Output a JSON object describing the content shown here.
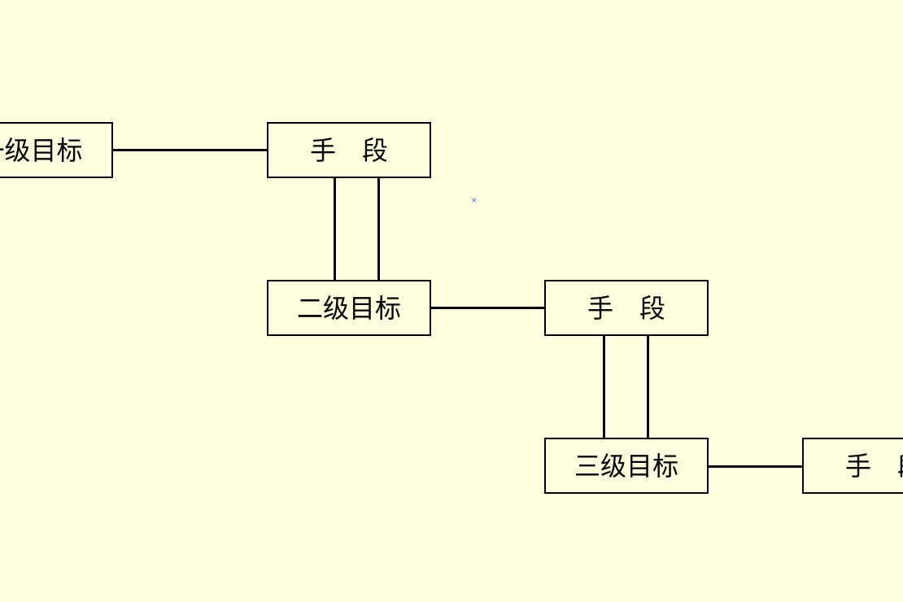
{
  "diagram": {
    "nodes": {
      "goal_1": "一级目标",
      "means_1": "手　段",
      "goal_2": "二级目标",
      "means_2": "手　段",
      "goal_3": "三级目标",
      "means_3": "手　段"
    },
    "marker_glyph": "×"
  },
  "colors": {
    "background": "#FFFFE0",
    "stroke": "#000000",
    "marker": "#3A5BFF"
  }
}
